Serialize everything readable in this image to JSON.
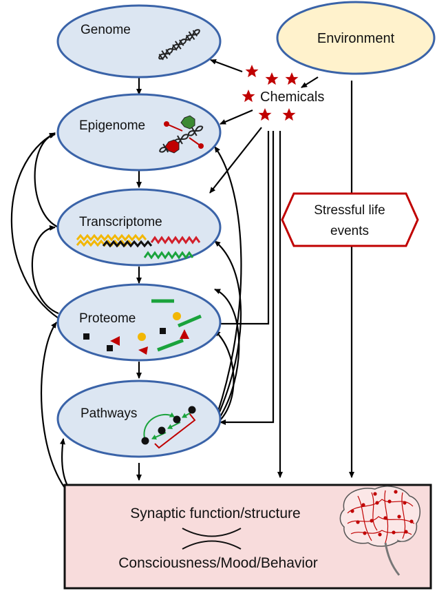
{
  "nodes": {
    "genome": "Genome",
    "epigenome": "Epigenome",
    "transcriptome": "Transcriptome",
    "proteome": "Proteome",
    "pathways": "Pathways",
    "environment": "Environment",
    "chemicals": "Chemicals",
    "stress": [
      "Stressful life",
      "events"
    ]
  },
  "outcome": {
    "synaptic": "Synaptic function/structure",
    "behavior": "Consciousness/Mood/Behavior"
  },
  "colors": {
    "omics_fill": "#dce6f2",
    "omics_border": "#3a63a8",
    "environment_fill": "#fff2cc",
    "outcome_fill": "#f8dcdc",
    "star": "#c00000",
    "stress_border": "#c00000",
    "green": "#1aa33c",
    "red_wave": "#d21f2b",
    "yellow_wave": "#f2b705"
  },
  "icons": [
    "dna-icon",
    "methylated-dna-icon",
    "rna-waves-icon",
    "protein-shapes-icon",
    "pathway-network-icon",
    "brain-icon",
    "star-icon"
  ]
}
